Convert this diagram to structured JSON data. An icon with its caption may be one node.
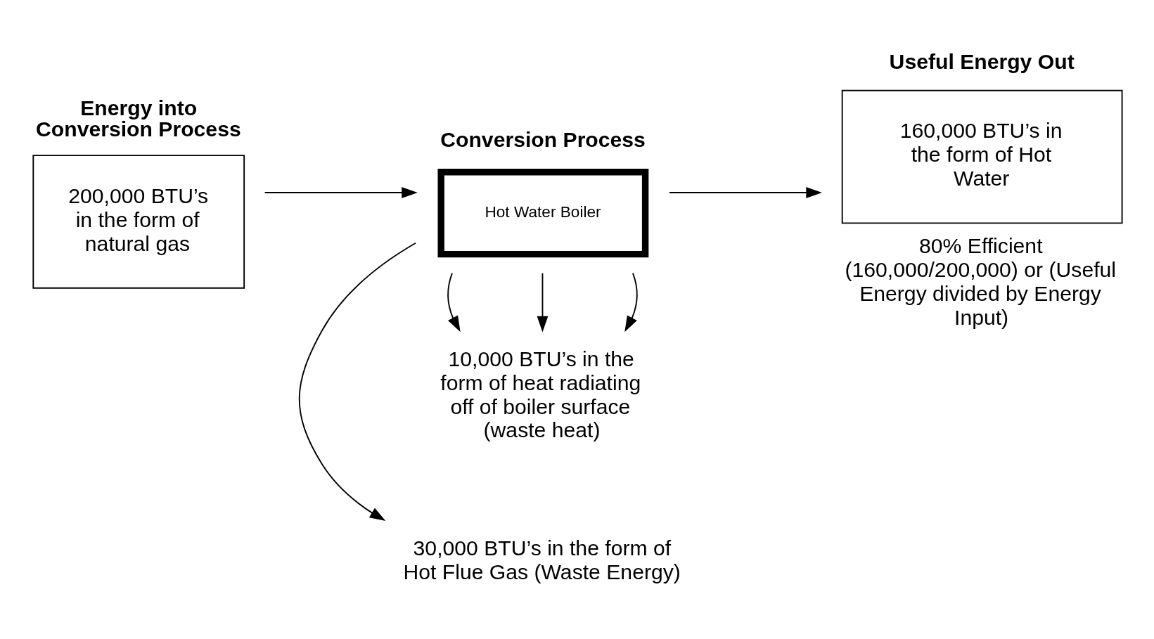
{
  "diagram": {
    "nodes": [
      {
        "text": [
          "Energy into Conversion Process",
          "200,000 BTU’s in the form of natural gas"
        ]
      },
      {
        "text": [
          "Conversion Process",
          "Hot Water Boiler"
        ]
      },
      {
        "text": [
          "Useful Energy Out",
          "160,000 BTU’s in the form of Hot Water"
        ],
        "beside": [
          "80% Efficient (160,000/200,000) or (Useful Energy divided by Energy Input)"
        ]
      },
      {
        "text": [
          "30,000 BTU’s in the form of Hot Flue Gas (Waste Energy)"
        ]
      },
      {
        "text": [
          "10,000 BTU’s in the form of heat radiating off of boiler surface (waste heat)"
        ]
      }
    ],
    "edges": [
      {
        "from": 0,
        "to": 1,
        "arrow": "to"
      },
      {
        "from": 1,
        "to": 2,
        "arrow": "to"
      },
      {
        "from": 1,
        "to": 3,
        "arrow": "to"
      },
      {
        "from": 1,
        "to": 4,
        "arrow": "to"
      },
      {
        "from": 1,
        "to": 4,
        "arrow": "to"
      },
      {
        "from": 1,
        "to": 4,
        "arrow": "to"
      }
    ]
  }
}
